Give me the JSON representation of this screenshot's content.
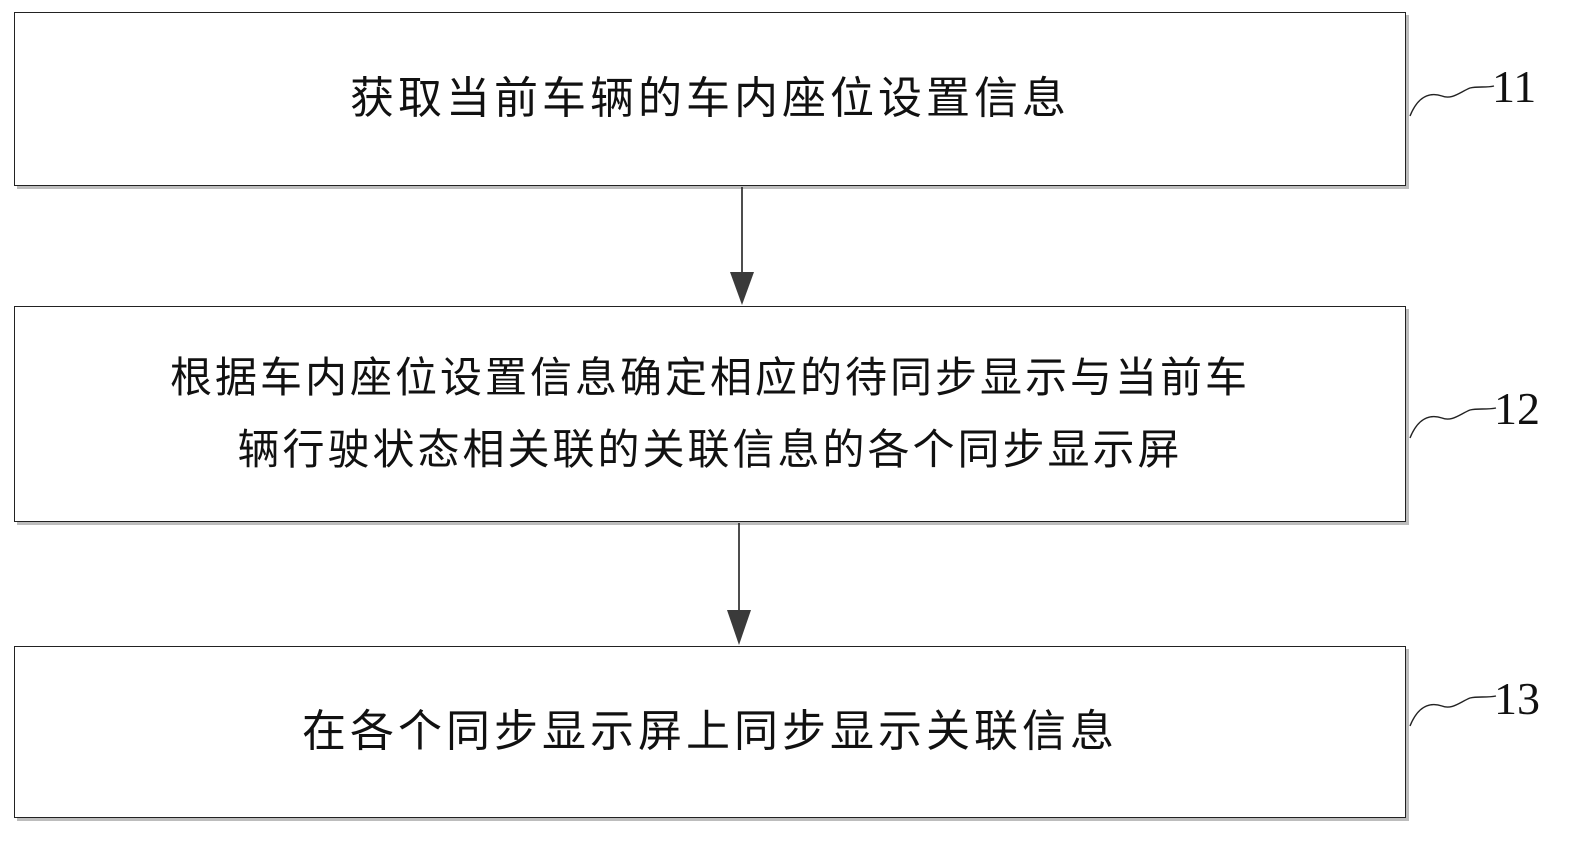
{
  "steps": [
    {
      "number": "11",
      "text": "获取当前车辆的车内座位设置信息"
    },
    {
      "number": "12",
      "text": "根据车内座位设置信息确定相应的待同步显示与当前车\n辆行驶状态相关联的关联信息的各个同步显示屏"
    },
    {
      "number": "13",
      "text": "在各个同步显示屏上同步显示关联信息"
    }
  ],
  "colors": {
    "line": "#222222",
    "shadow": "#bdbdbd",
    "arrowhead": "#3a3a3a"
  }
}
